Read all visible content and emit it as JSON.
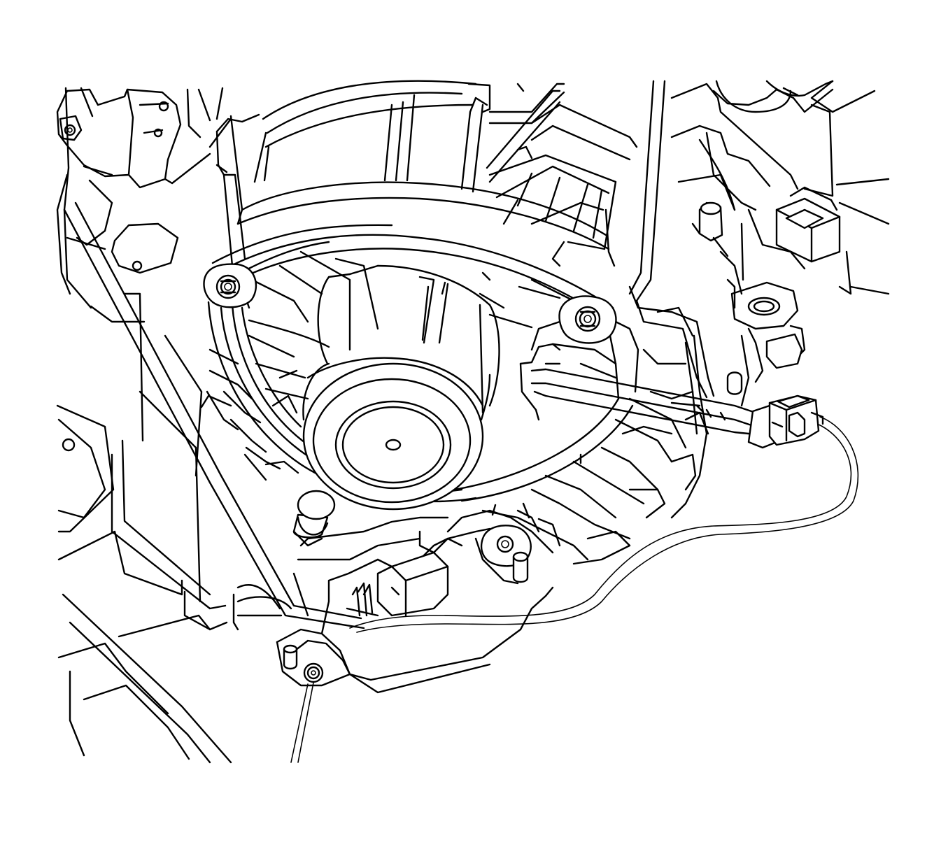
{
  "diagram": {
    "type": "technical-line-drawing",
    "subject": "hvac-blower-motor-assembly",
    "parts": {
      "housing": "blower-housing",
      "motor": "blower-motor",
      "fan": "blower-wheel",
      "fasteners": [
        "motor-screw-upper-left",
        "motor-screw-upper-right",
        "housing-screw-lower-left"
      ],
      "harness": "motor-electrical-harness",
      "connector": "harness-electrical-connector"
    },
    "colors": {
      "line": "#000000",
      "background": "#ffffff"
    }
  }
}
